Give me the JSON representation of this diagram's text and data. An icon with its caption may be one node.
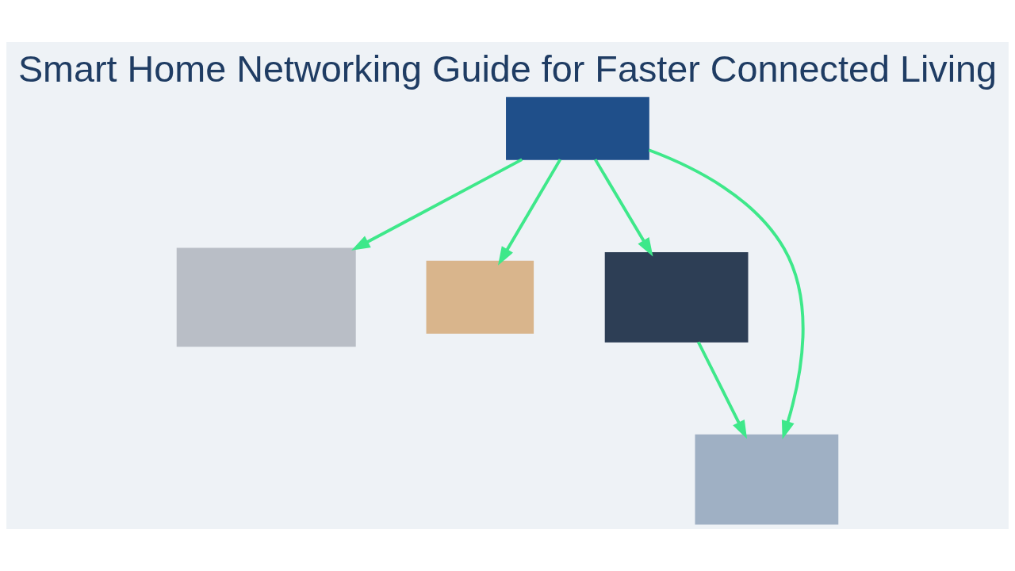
{
  "diagram": {
    "title": "Smart Home Networking Guide for Faster Connected Living",
    "nodes": [
      {
        "text": [],
        "shape": "box"
      },
      {
        "text": [],
        "shape": "box"
      },
      {
        "text": [],
        "shape": "box"
      },
      {
        "text": [],
        "shape": "box"
      },
      {
        "text": [],
        "shape": "box"
      }
    ],
    "edges": [
      {
        "from": 0,
        "to": 1,
        "arrow": "to"
      },
      {
        "from": 0,
        "to": 2,
        "arrow": "to"
      },
      {
        "from": 0,
        "to": 3,
        "arrow": "to"
      },
      {
        "from": 0,
        "to": 4,
        "arrow": "to"
      },
      {
        "from": 3,
        "to": 4,
        "arrow": "to"
      }
    ]
  }
}
